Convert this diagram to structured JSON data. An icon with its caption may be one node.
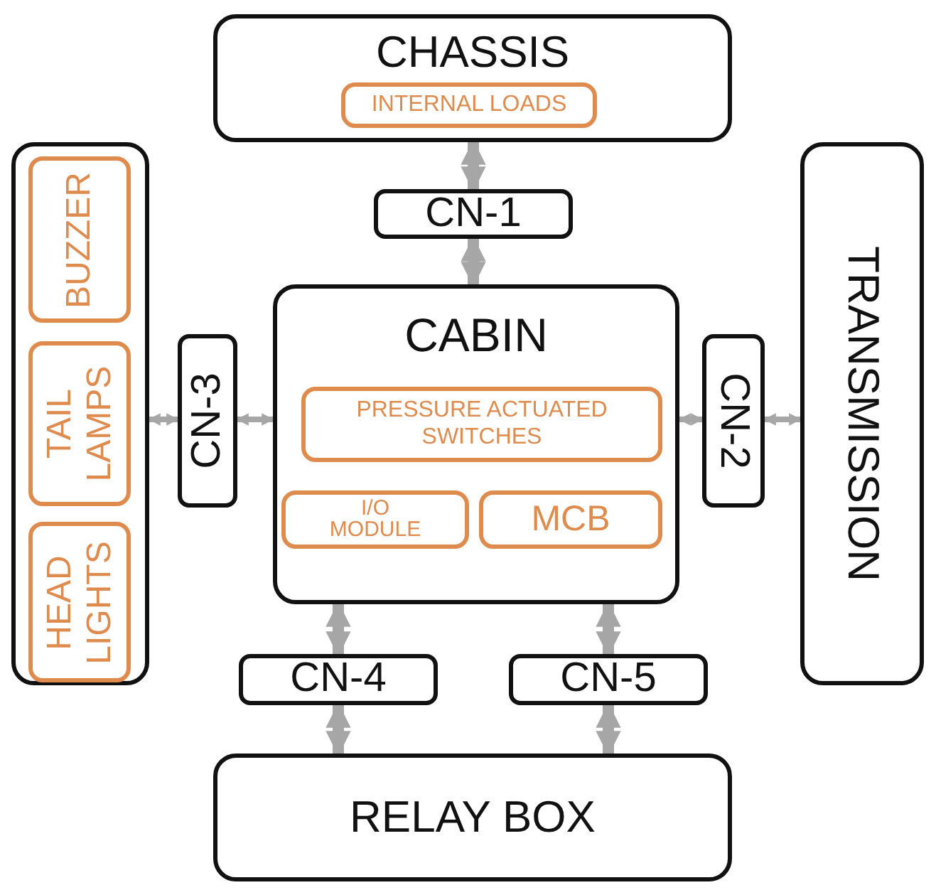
{
  "diagram": {
    "nodes": [
      {
        "text": [
          "CHASSIS"
        ]
      },
      {
        "text": [
          "INTERNAL LOADS"
        ],
        "in": 0
      },
      {
        "text": [
          "CN-1"
        ]
      },
      {
        "text": [],
        "shape": "box"
      },
      {
        "text": [
          "BUZZER"
        ],
        "in": 3
      },
      {
        "text": [
          "TAIL LAMPS"
        ],
        "in": 3
      },
      {
        "text": [
          "HEAD LIGHTS"
        ],
        "in": 3
      },
      {
        "text": [
          "CN-3"
        ]
      },
      {
        "text": [
          "CABIN"
        ]
      },
      {
        "text": [
          "PRESSURE ACTUATED SWITCHES"
        ],
        "in": 8
      },
      {
        "text": [
          "I/O MODULE"
        ],
        "in": 8
      },
      {
        "text": [
          "MCB"
        ],
        "in": 8
      },
      {
        "text": [
          "CN-2"
        ]
      },
      {
        "text": [
          "TRANSMISSION"
        ]
      },
      {
        "text": [
          "CN-4"
        ]
      },
      {
        "text": [
          "CN-5"
        ]
      },
      {
        "text": [
          "RELAY BOX"
        ]
      }
    ],
    "edges": [
      {
        "from": 0,
        "to": 2,
        "arrow": "both"
      },
      {
        "from": 2,
        "to": 8,
        "arrow": "both"
      },
      {
        "from": 3,
        "to": 7,
        "arrow": "both"
      },
      {
        "from": 7,
        "to": 8,
        "arrow": "both"
      },
      {
        "from": 8,
        "to": 12,
        "arrow": "both"
      },
      {
        "from": 12,
        "to": 13,
        "arrow": "both"
      },
      {
        "from": 8,
        "to": 14,
        "arrow": "both"
      },
      {
        "from": 8,
        "to": 15,
        "arrow": "both"
      },
      {
        "from": 14,
        "to": 16,
        "arrow": "both"
      },
      {
        "from": 15,
        "to": 16,
        "arrow": "both"
      }
    ]
  }
}
